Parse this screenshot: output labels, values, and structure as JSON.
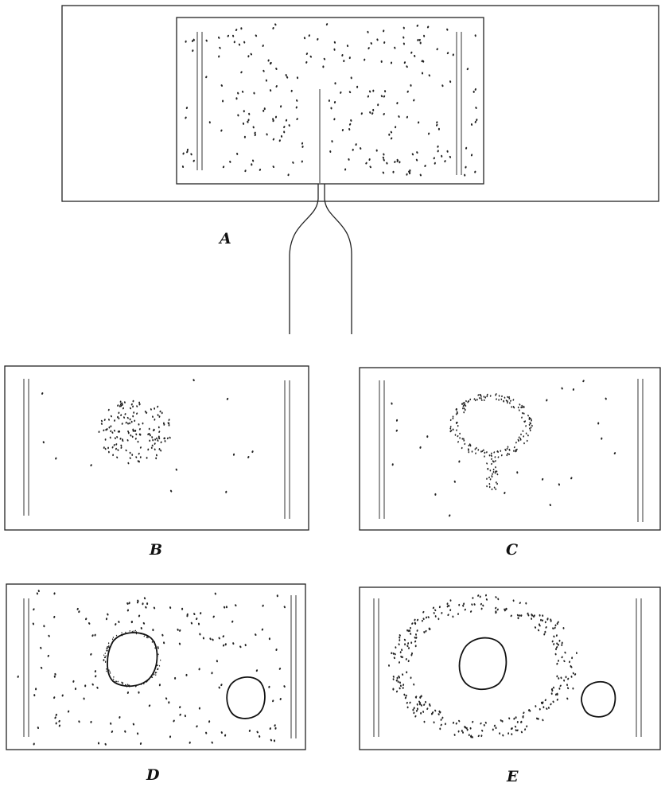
{
  "figure": {
    "panels": [
      {
        "id": "A",
        "label": "A"
      },
      {
        "id": "B",
        "label": "B"
      },
      {
        "id": "C",
        "label": "C"
      },
      {
        "id": "D",
        "label": "D"
      },
      {
        "id": "E",
        "label": "E"
      }
    ],
    "ink_color": "#222222"
  }
}
